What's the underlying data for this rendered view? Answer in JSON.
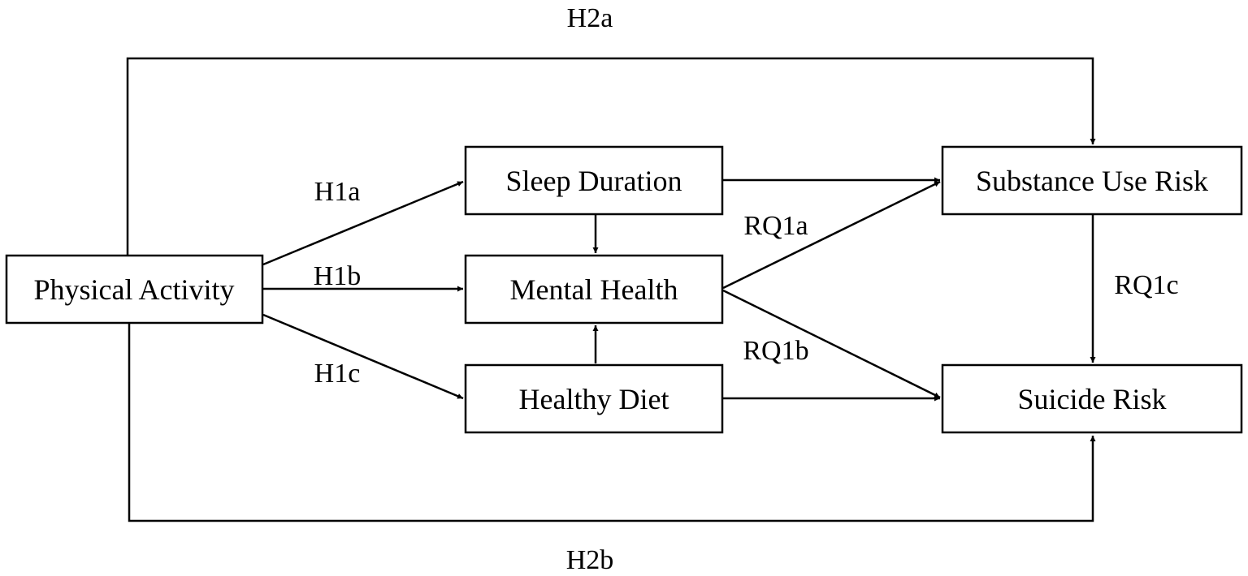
{
  "nodes": {
    "physical_activity": "Physical Activity",
    "sleep_duration": "Sleep Duration",
    "mental_health": "Mental Health",
    "healthy_diet": "Healthy Diet",
    "substance_use_risk": "Substance Use Risk",
    "suicide_risk": "Suicide Risk"
  },
  "edges": {
    "h2a": "H2a",
    "h2b": "H2b",
    "h1a": "H1a",
    "h1b": "H1b",
    "h1c": "H1c",
    "rq1a": "RQ1a",
    "rq1b": "RQ1b",
    "rq1c": "RQ1c"
  }
}
